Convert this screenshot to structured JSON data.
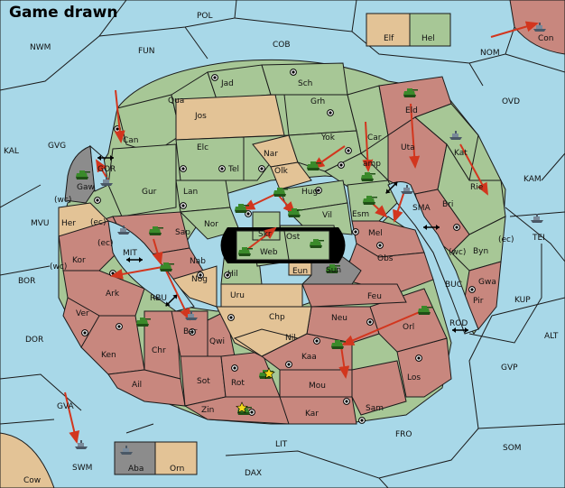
{
  "title": "Game drawn",
  "colors": {
    "sea": "#a8d8e8",
    "green": "#a7c796",
    "tan": "#e3c396",
    "red": "#c8877e",
    "gray": "#8c8c8c",
    "move_arrow": "#d2361e",
    "army_green": "#3a8a2a",
    "fleet_gray": "#5a6a7a",
    "star": "#f2d81b"
  },
  "sea_labels": [
    "POL",
    "NWM",
    "FUN",
    "COB",
    "NOM",
    "OVD",
    "KAL",
    "GVG",
    "MVU",
    "BOR",
    "DOR",
    "GVA",
    "SWM",
    "LIT",
    "DAX",
    "FRO",
    "SOM",
    "GVP",
    "ALT",
    "KUP",
    "KAM",
    "MIT",
    "RBU",
    "BUC",
    "ROD",
    "SMA",
    "GOR"
  ],
  "green_labels": [
    "Qua",
    "Jad",
    "Sch",
    "Can",
    "Grh",
    "Elc",
    "Tel",
    "Gur",
    "Lan",
    "Car",
    "Yok",
    "Nor",
    "Hug",
    "Vil",
    "Esm",
    "Skr",
    "Ost",
    "Web",
    "Hil",
    "Rie",
    "Kat",
    "Byn",
    "Hel"
  ],
  "tan_labels": [
    "Jos",
    "Nar",
    "Olk",
    "Nog",
    "Uru",
    "Chp",
    "Nil",
    "Eun",
    "Elf",
    "Orn"
  ],
  "red_labels": [
    "Eld",
    "Uta",
    "Bri",
    "Mel",
    "Obs",
    "Feu",
    "Neu",
    "Orl",
    "Los",
    "Kaa",
    "Mou",
    "Sam",
    "Kar",
    "Zin",
    "Rot",
    "Sot",
    "Qwi",
    "Bar",
    "Chr",
    "Ail",
    "Ken",
    "Ver",
    "Ark",
    "Nab",
    "Sap",
    "Kor",
    "Her",
    "Pir",
    "Gwa"
  ],
  "gray_labels": [
    "Sun",
    "Gaw",
    "Aba"
  ],
  "other_labels": [
    "Cow",
    "Con",
    "TEI",
    "amp"
  ],
  "coast_labels": [
    "(wc)",
    "(ec)",
    "(ec)",
    "(wc)",
    "(wc)",
    "(ec)"
  ]
}
